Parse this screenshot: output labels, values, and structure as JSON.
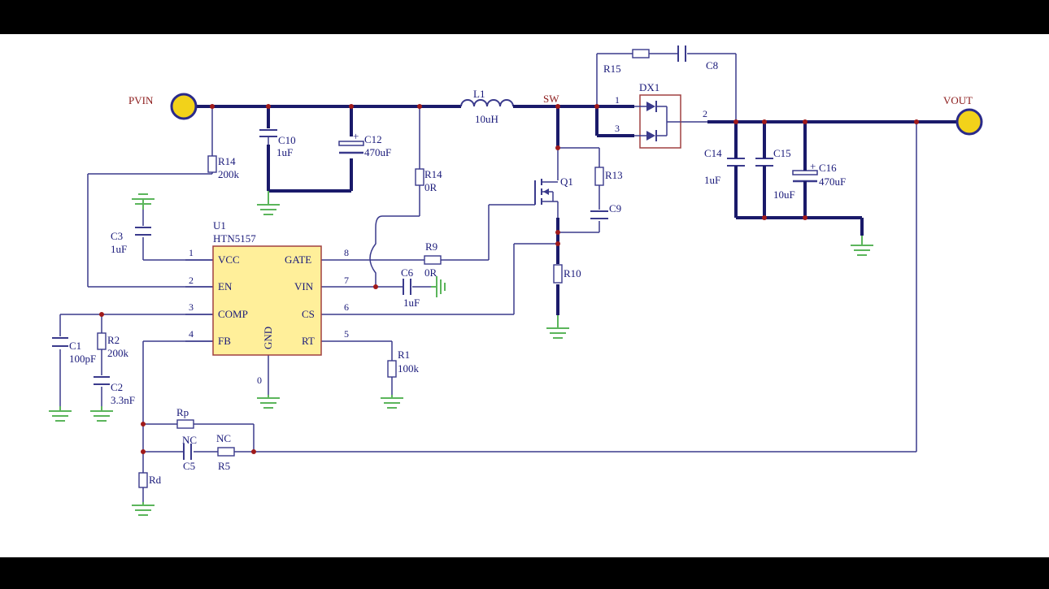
{
  "nets": {
    "pvin": "PVIN",
    "vout": "VOUT",
    "sw": "SW"
  },
  "ic": {
    "ref": "U1",
    "part": "HTN5157",
    "gnd_label": "GND",
    "gnd_pin": "0",
    "pins": [
      {
        "num": "1",
        "name": "VCC"
      },
      {
        "num": "2",
        "name": "EN"
      },
      {
        "num": "3",
        "name": "COMP"
      },
      {
        "num": "4",
        "name": "FB"
      },
      {
        "num": "8",
        "name": "GATE"
      },
      {
        "num": "7",
        "name": "VIN"
      },
      {
        "num": "6",
        "name": "CS"
      },
      {
        "num": "5",
        "name": "RT"
      }
    ]
  },
  "components": {
    "c10": {
      "ref": "C10",
      "value": "1uF"
    },
    "c12": {
      "ref": "C12",
      "value": "470uF"
    },
    "r14a": {
      "ref": "R14",
      "value": "200k"
    },
    "r14b": {
      "ref": "R14",
      "value": "0R"
    },
    "l1": {
      "ref": "L1",
      "value": "10uH"
    },
    "c3": {
      "ref": "C3",
      "value": "1uF"
    },
    "r9": {
      "ref": "R9",
      "value": "0R"
    },
    "c6": {
      "ref": "C6",
      "value": "1uF"
    },
    "q1": {
      "ref": "Q1"
    },
    "r13": {
      "ref": "R13"
    },
    "c9": {
      "ref": "C9"
    },
    "r10": {
      "ref": "R10"
    },
    "r15": {
      "ref": "R15"
    },
    "c8": {
      "ref": "C8"
    },
    "dx1": {
      "ref": "DX1",
      "pin1": "1",
      "pin2": "2",
      "pin3": "3"
    },
    "c14": {
      "ref": "C14",
      "value": "1uF"
    },
    "c15": {
      "ref": "C15",
      "value": "10uF"
    },
    "c16": {
      "ref": "C16",
      "value": "470uF"
    },
    "c1": {
      "ref": "C1",
      "value": "100pF"
    },
    "r2": {
      "ref": "R2",
      "value": "200k"
    },
    "c2": {
      "ref": "C2",
      "value": "3.3nF"
    },
    "r1": {
      "ref": "R1",
      "value": "100k"
    },
    "rp": {
      "ref": "Rp"
    },
    "c5": {
      "ref": "C5",
      "value": "NC"
    },
    "r5": {
      "ref": "R5",
      "value": "NC"
    },
    "rd": {
      "ref": "Rd"
    }
  },
  "colors": {
    "wire": "#3a3a8c",
    "bus": "#1a1a6a",
    "ground": "#5bb55b",
    "ic_fill": "#ffef9a",
    "connector": "#f2d21a"
  }
}
